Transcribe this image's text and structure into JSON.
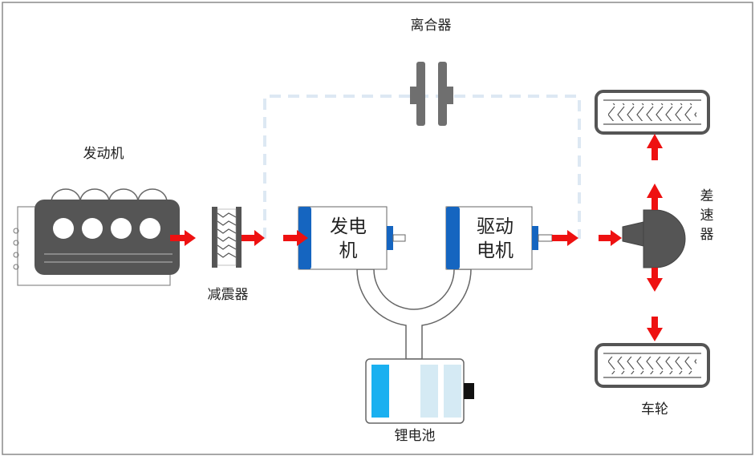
{
  "labels": {
    "clutch": "离合器",
    "engine": "发动机",
    "damper": "减震器",
    "generator_line1": "发电",
    "generator_line2": "机",
    "drive_motor_line1": "驱动",
    "drive_motor_line2": "电机",
    "differential_c1": "差",
    "differential_c2": "速",
    "differential_c3": "器",
    "wheels": "车轮",
    "battery": "锂电池"
  },
  "colors": {
    "flow_arrow": "#ee1111",
    "motor_blue": "#1565c0",
    "battery_cell_active": "#1ab0f0",
    "battery_cell_empty": "#d5eaf4",
    "engine_body": "#555555",
    "clutch_gray": "#6f6f6f",
    "dashed_path": "#dde8f3"
  }
}
